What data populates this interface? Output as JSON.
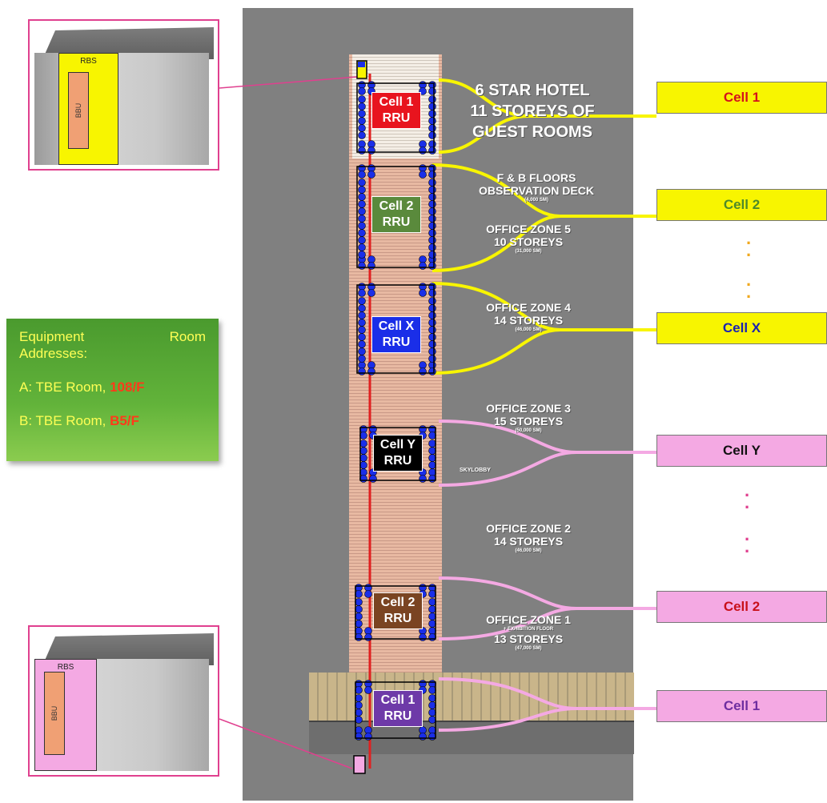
{
  "equipment": {
    "top": {
      "rbs_label": "RBS",
      "bbu_label": "BBU",
      "color": "#f8f500"
    },
    "bottom": {
      "rbs_label": "RBS",
      "bbu_label": "BBU",
      "color": "#f4a9e3"
    }
  },
  "addresses": {
    "title_left": "Equipment",
    "title_right": "Room",
    "title_line2": "Addresses:",
    "a_prefix": "A: TBE Room, ",
    "a_floor": "108/F",
    "b_prefix": "B: TBE Room, ",
    "b_floor": "B5/F"
  },
  "zones": {
    "hotel": [
      "6 STAR HOTEL",
      "11 STOREYS OF",
      "GUEST ROOMS"
    ],
    "fb": [
      "F & B FLOORS",
      "OBSERVATION DECK",
      "(4,000 SM)"
    ],
    "z5": [
      "OFFICE ZONE 5",
      "10 STOREYS",
      "(31,000 SM)"
    ],
    "z4": [
      "OFFICE ZONE 4",
      "14 STOREYS",
      "(46,000 SM)"
    ],
    "z3": [
      "OFFICE ZONE 3",
      "15 STOREYS",
      "(50,000 SM)"
    ],
    "skylobby": "SKYLOBBY",
    "z2": [
      "OFFICE ZONE 2",
      "14 STOREYS",
      "(46,000 SM)"
    ],
    "z1": [
      "OFFICE ZONE 1",
      "+ EXHIBITION FLOOR",
      "13 STOREYS",
      "(47,000 SM)"
    ]
  },
  "rrus": [
    {
      "line1": "Cell 1",
      "line2": "RRU",
      "color": "#e8141e"
    },
    {
      "line1": "Cell 2",
      "line2": "RRU",
      "color": "#5a8a3c"
    },
    {
      "line1": "Cell X",
      "line2": "RRU",
      "color": "#1a2ee8"
    },
    {
      "line1": "Cell Y",
      "line2": "RRU",
      "color": "#000000"
    },
    {
      "line1": "Cell 2",
      "line2": "RRU",
      "color": "#7a4422"
    },
    {
      "line1": "Cell 1",
      "line2": "RRU",
      "color": "#6e3aa8"
    }
  ],
  "cells": [
    {
      "label": "Cell 1",
      "bg": "#f8f500",
      "text_color": "#d4111b"
    },
    {
      "label": "Cell 2",
      "bg": "#f8f500",
      "text_color": "#4e8a2a"
    },
    {
      "label": "Cell X",
      "bg": "#f8f500",
      "text_color": "#1a22b0"
    },
    {
      "label": "Cell Y",
      "bg": "#f4a9e3",
      "text_color": "#111111"
    },
    {
      "label": "Cell 2",
      "bg": "#f4a9e3",
      "text_color": "#c8101a"
    },
    {
      "label": "Cell 1",
      "bg": "#f4a9e3",
      "text_color": "#6e2ea0"
    }
  ],
  "dots_colors": {
    "yellow": "#f0a81e",
    "pink": "#e0408f"
  },
  "dot_glyph": "."
}
